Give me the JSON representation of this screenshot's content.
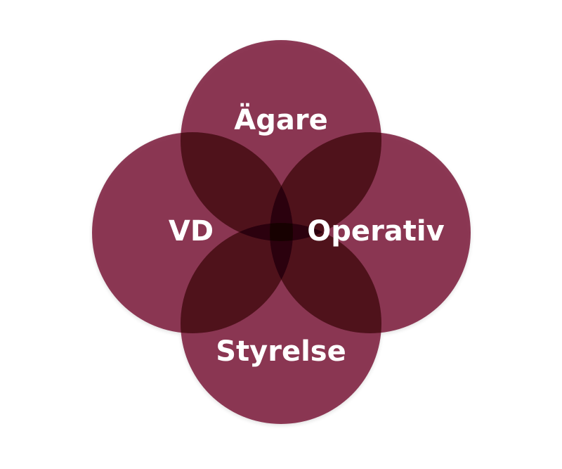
{
  "diagram": {
    "circle_color": "#7a1a3a",
    "label_color": "#ffffff",
    "labels": {
      "top": "Ägare",
      "left": "VD",
      "right": "Operativ",
      "bottom": "Styrelse"
    }
  }
}
